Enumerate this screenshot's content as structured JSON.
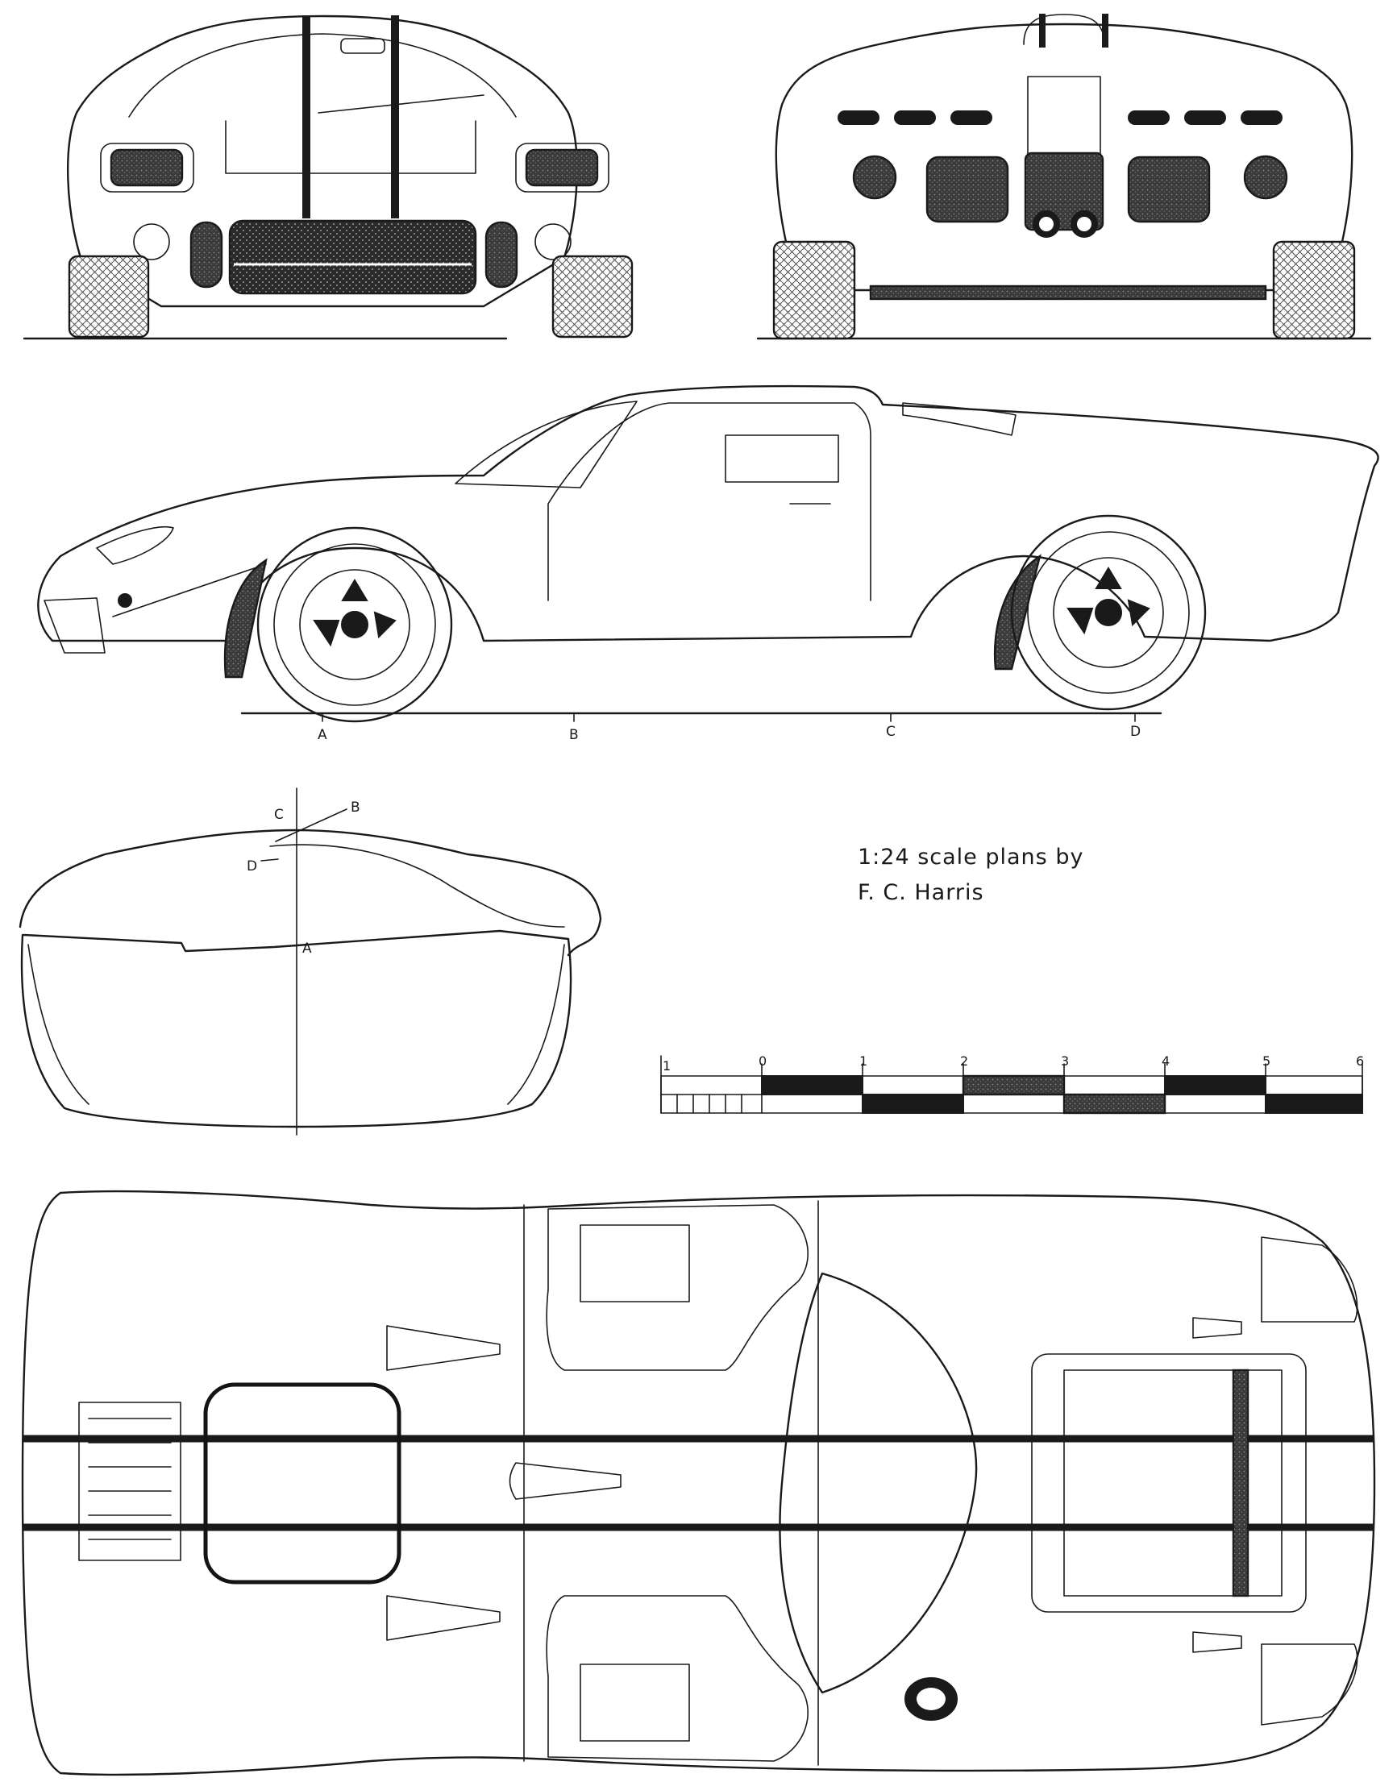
{
  "title_block": {
    "line1": "1:24 scale plans by",
    "line2": "F. C. Harris"
  },
  "section_markers": {
    "a": "A",
    "b": "B",
    "c": "C",
    "d": "D"
  },
  "scale_bar": {
    "ticks": [
      "0",
      "1",
      "2",
      "3",
      "4",
      "5",
      "6"
    ],
    "left_end_label": "1"
  },
  "views": [
    "front",
    "rear",
    "side",
    "cross-section",
    "top"
  ],
  "colors": {
    "ink": "#1a1a1a",
    "paper": "#ffffff"
  }
}
